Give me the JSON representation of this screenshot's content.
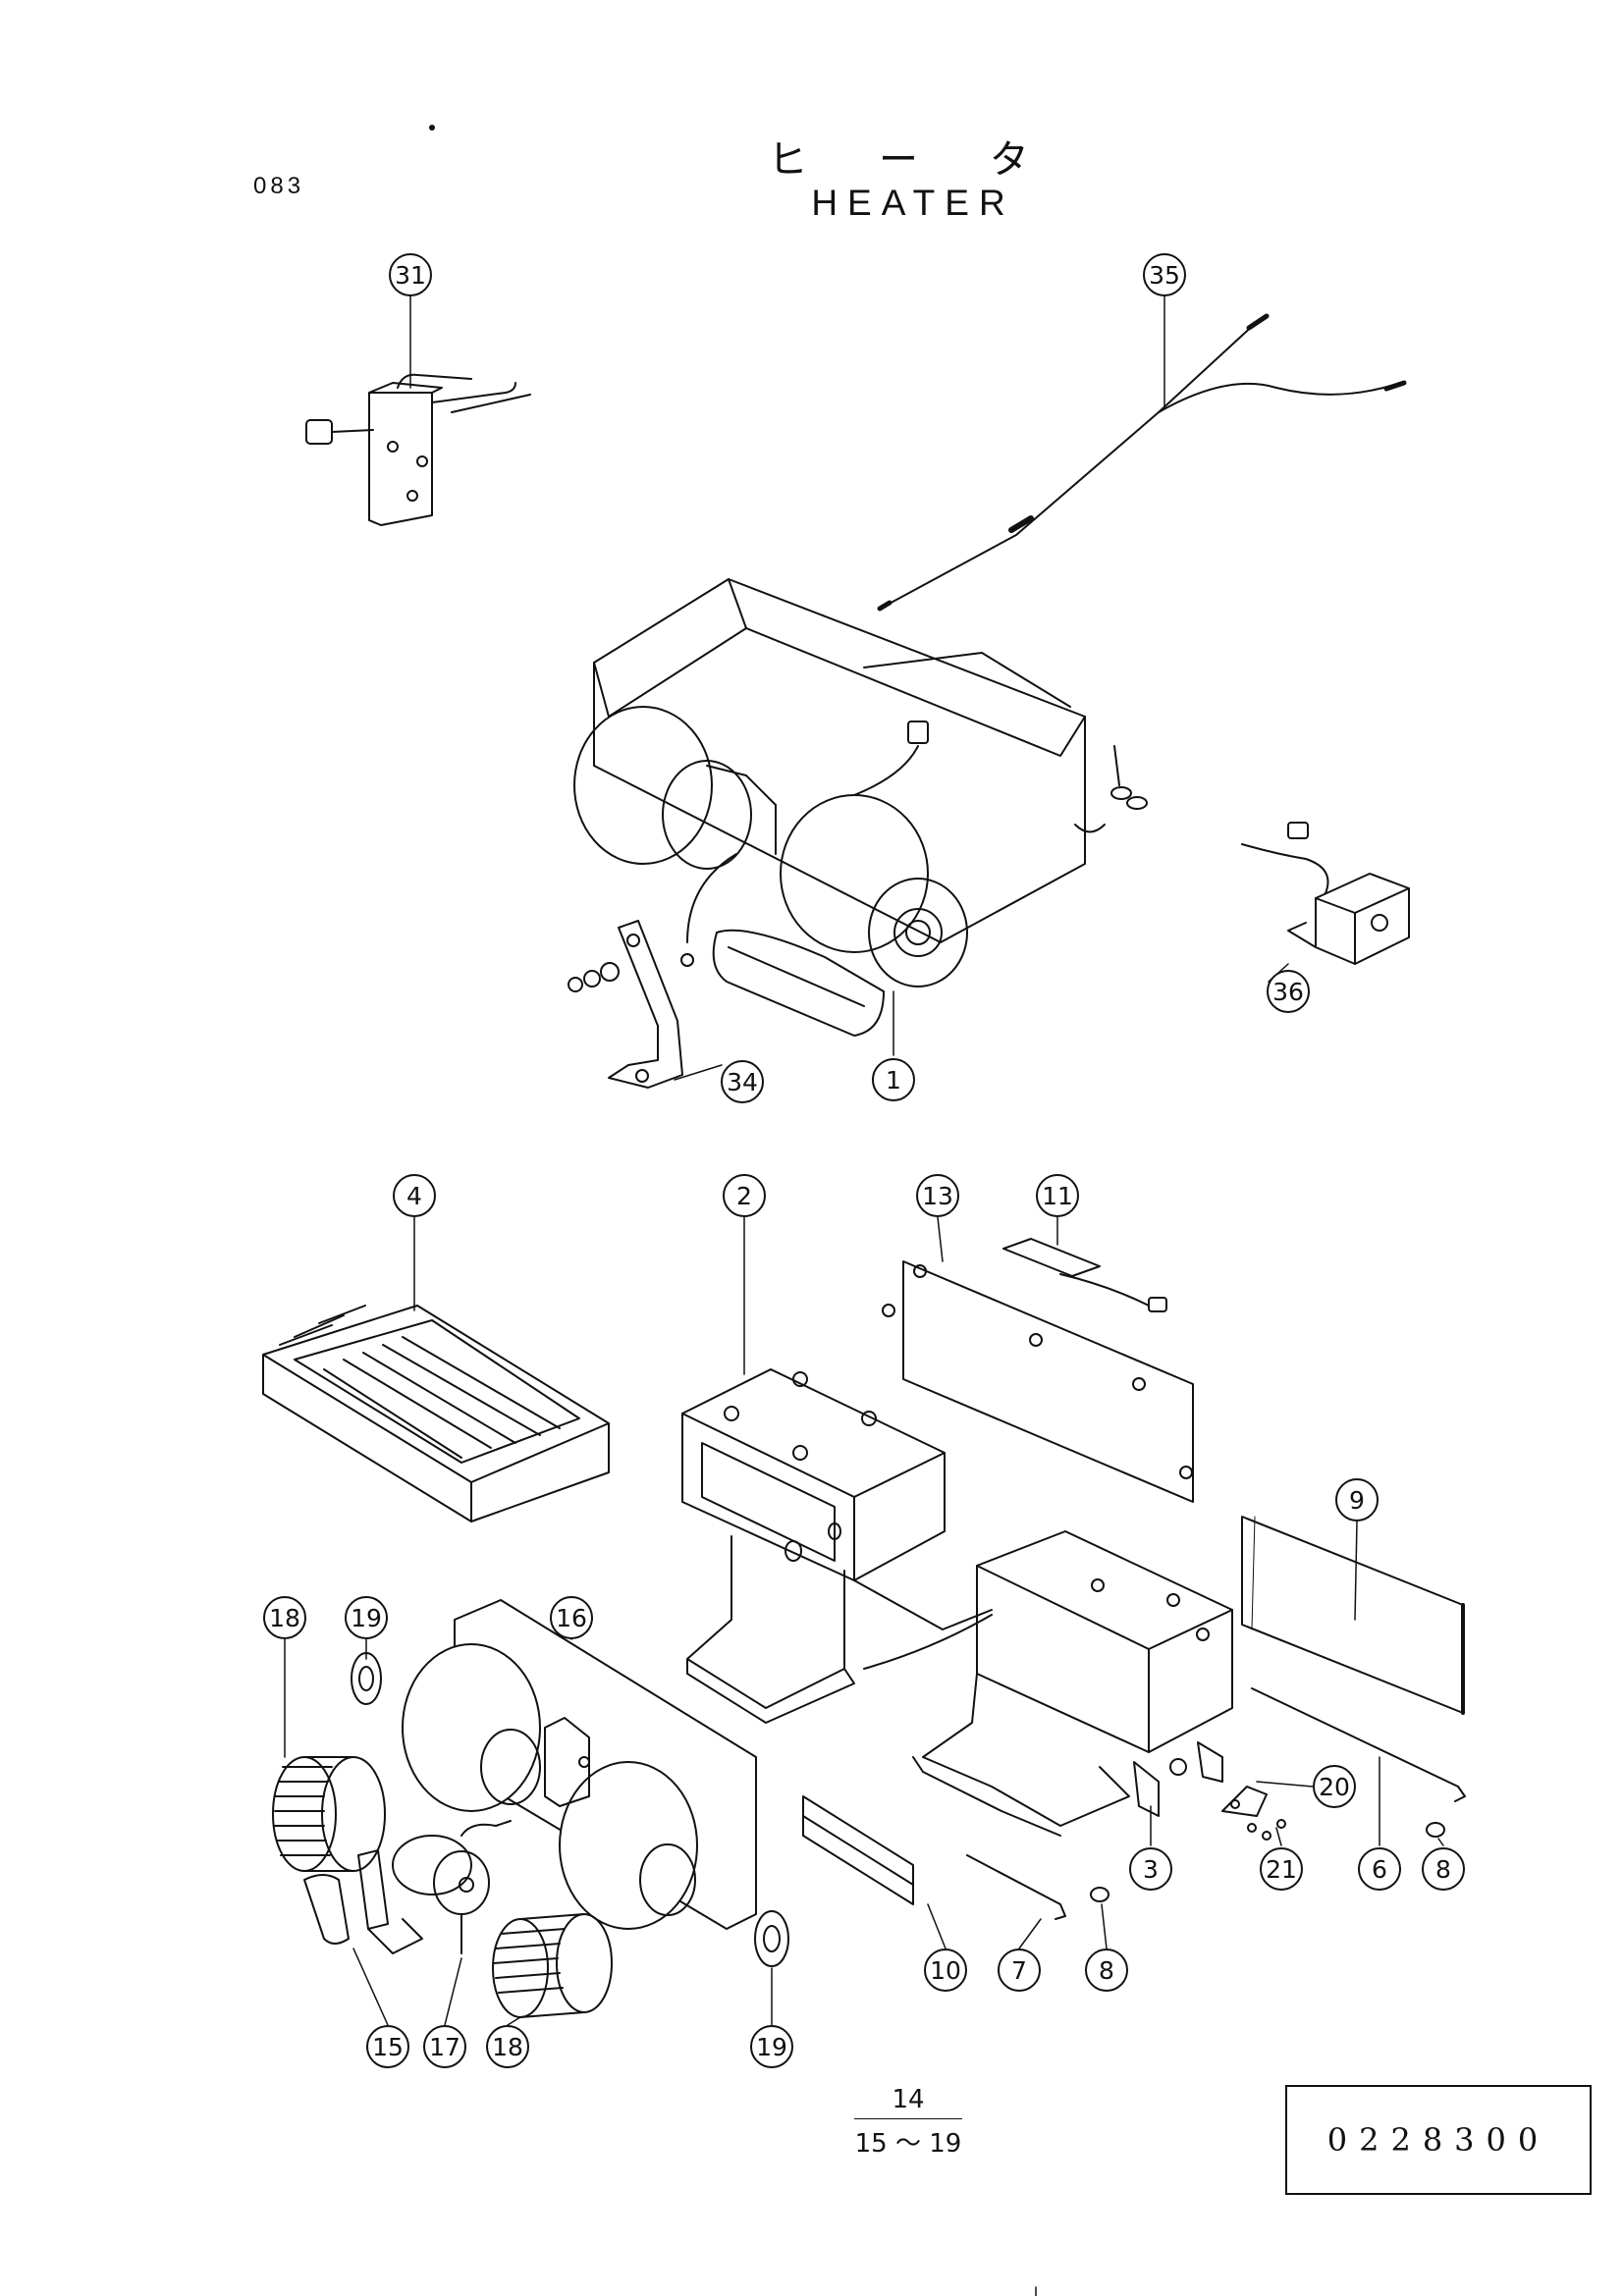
{
  "header": {
    "page_code": "083",
    "title_jp": "ヒ ー タ",
    "title_en": "HEATER"
  },
  "callouts": {
    "c31": "31",
    "c35": "35",
    "c36": "36",
    "c34": "34",
    "c1": "1",
    "c4": "4",
    "c2": "2",
    "c13": "13",
    "c11": "11",
    "c9": "9",
    "c18a": "18",
    "c19a": "19",
    "c16": "16",
    "c20": "20",
    "c21": "21",
    "c3": "3",
    "c6": "6",
    "c8a": "8",
    "c10": "10",
    "c7": "7",
    "c8b": "8",
    "c15": "15",
    "c17": "17",
    "c18b": "18",
    "c19b": "19"
  },
  "footer": {
    "ref_top": "14",
    "ref_bottom": "15 ～ 19",
    "doc_number": "0228300"
  }
}
